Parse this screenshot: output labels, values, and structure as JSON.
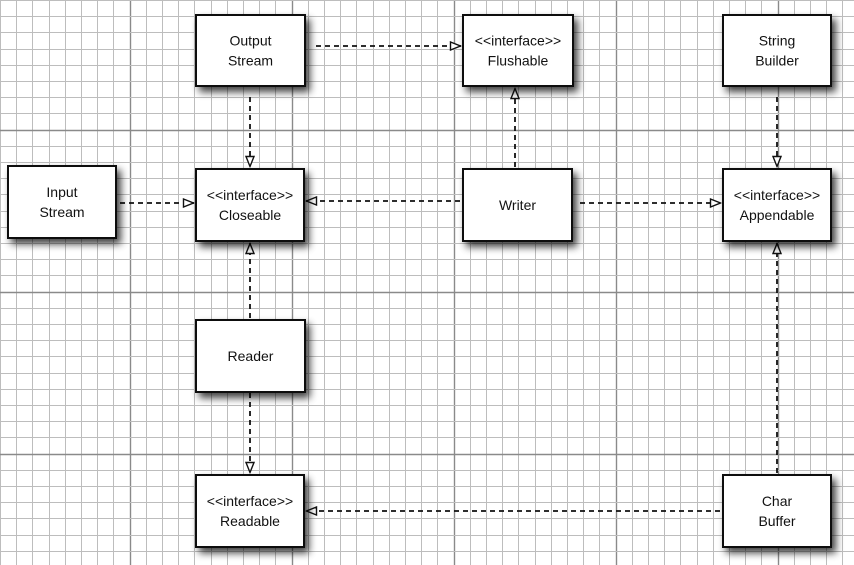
{
  "diagram": {
    "nodes": [
      {
        "id": "output-stream",
        "lines": [
          "Output",
          "Stream"
        ]
      },
      {
        "id": "flushable",
        "lines": [
          "<<interface>>",
          "Flushable"
        ]
      },
      {
        "id": "string-builder",
        "lines": [
          "String",
          "Builder"
        ]
      },
      {
        "id": "input-stream",
        "lines": [
          "Input",
          "Stream"
        ]
      },
      {
        "id": "closeable",
        "lines": [
          "<<interface>>",
          "Closeable"
        ]
      },
      {
        "id": "writer",
        "lines": [
          "Writer"
        ]
      },
      {
        "id": "appendable",
        "lines": [
          "<<interface>>",
          "Appendable"
        ]
      },
      {
        "id": "reader",
        "lines": [
          "Reader"
        ]
      },
      {
        "id": "readable",
        "lines": [
          "<<interface>>",
          "Readable"
        ]
      },
      {
        "id": "char-buffer",
        "lines": [
          "Char",
          "Buffer"
        ]
      }
    ],
    "edges": [
      {
        "from": "output-stream",
        "to": "flushable"
      },
      {
        "from": "output-stream",
        "to": "closeable"
      },
      {
        "from": "string-builder",
        "to": "appendable"
      },
      {
        "from": "input-stream",
        "to": "closeable"
      },
      {
        "from": "writer",
        "to": "closeable"
      },
      {
        "from": "writer",
        "to": "flushable"
      },
      {
        "from": "writer",
        "to": "appendable"
      },
      {
        "from": "reader",
        "to": "closeable"
      },
      {
        "from": "reader",
        "to": "readable"
      },
      {
        "from": "char-buffer",
        "to": "readable"
      },
      {
        "from": "char-buffer",
        "to": "appendable"
      }
    ],
    "colors": {
      "grid_minor": "#bdbdbd",
      "grid_major": "#8a8a8a",
      "box_fill": "#ffffff",
      "box_stroke": "#111111",
      "shadow": "#7a7a7a",
      "arrow": "#111111"
    }
  }
}
